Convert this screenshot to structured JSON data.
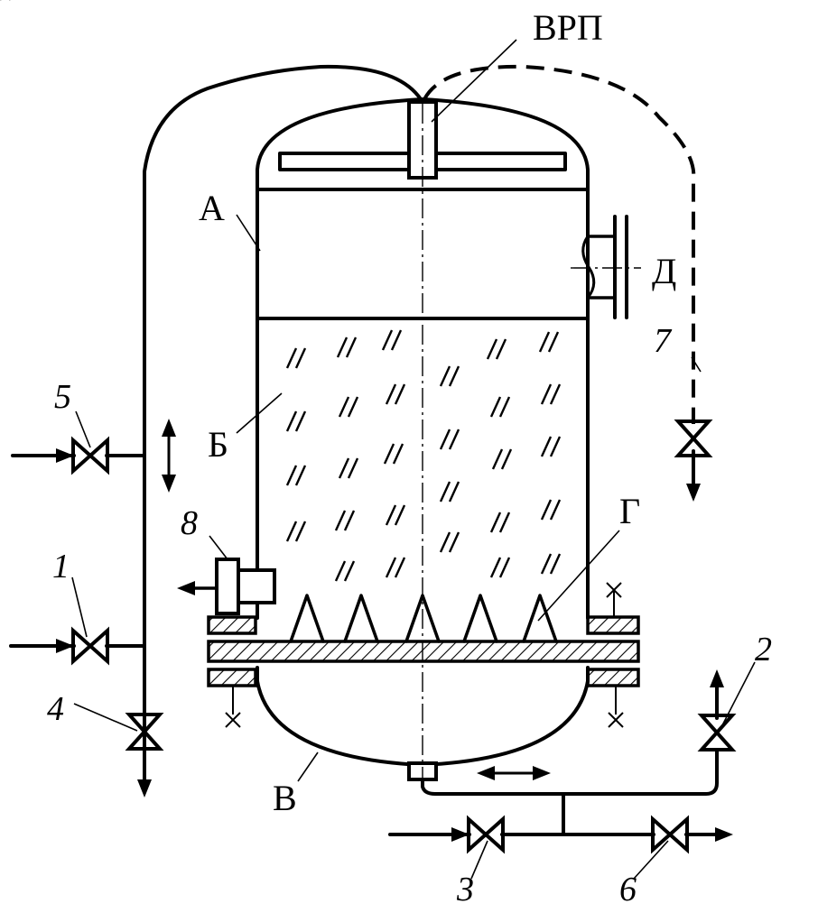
{
  "labels": {
    "vrp": "ВРП",
    "a": "А",
    "b": "Б",
    "v": "В",
    "g": "Г",
    "d": "Д"
  },
  "valves": {
    "v1": "1",
    "v2": "2",
    "v3": "3",
    "v4": "4",
    "v5": "5",
    "v6": "6",
    "v7": "7",
    "v8": "8"
  }
}
